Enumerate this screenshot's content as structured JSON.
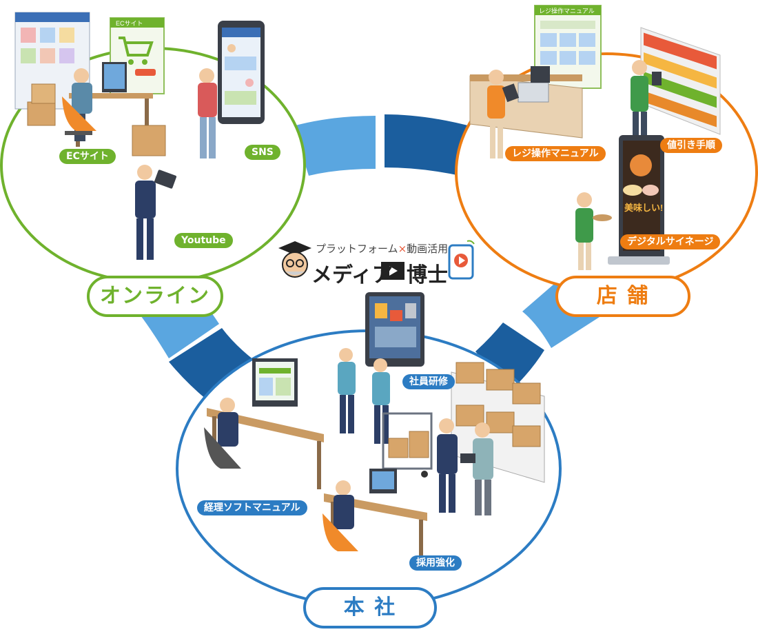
{
  "hubs": {
    "online": {
      "label": "オンライン",
      "color": "#6fb22d"
    },
    "store": {
      "label": "店 舗",
      "color": "#ee7d12"
    },
    "hq": {
      "label": "本 社",
      "color": "#2c7cc3"
    }
  },
  "tags": {
    "ec_site": "ECサイト",
    "sns": "SNS",
    "youtube": "Youtube",
    "register_manual": "レジ操作マニュアル",
    "discount": "値引き手順",
    "signage": "デジタルサイネージ",
    "training": "社員研修",
    "accounting": "経理ソフトマニュアル",
    "recruiting": "採用強化"
  },
  "illustration_text": {
    "ec_screen": "ECサイト",
    "register_sign": "レジ操作マニュアル",
    "signage_text": "美味しい!"
  },
  "logo": {
    "subtitle_a": "プラットフォーム",
    "subtitle_x": "×",
    "subtitle_b": "動画活用",
    "name_a": "メディア",
    "name_b": "博士"
  },
  "colors": {
    "dark_blue": "#1b5e9e",
    "light_blue": "#5aa6e0"
  }
}
